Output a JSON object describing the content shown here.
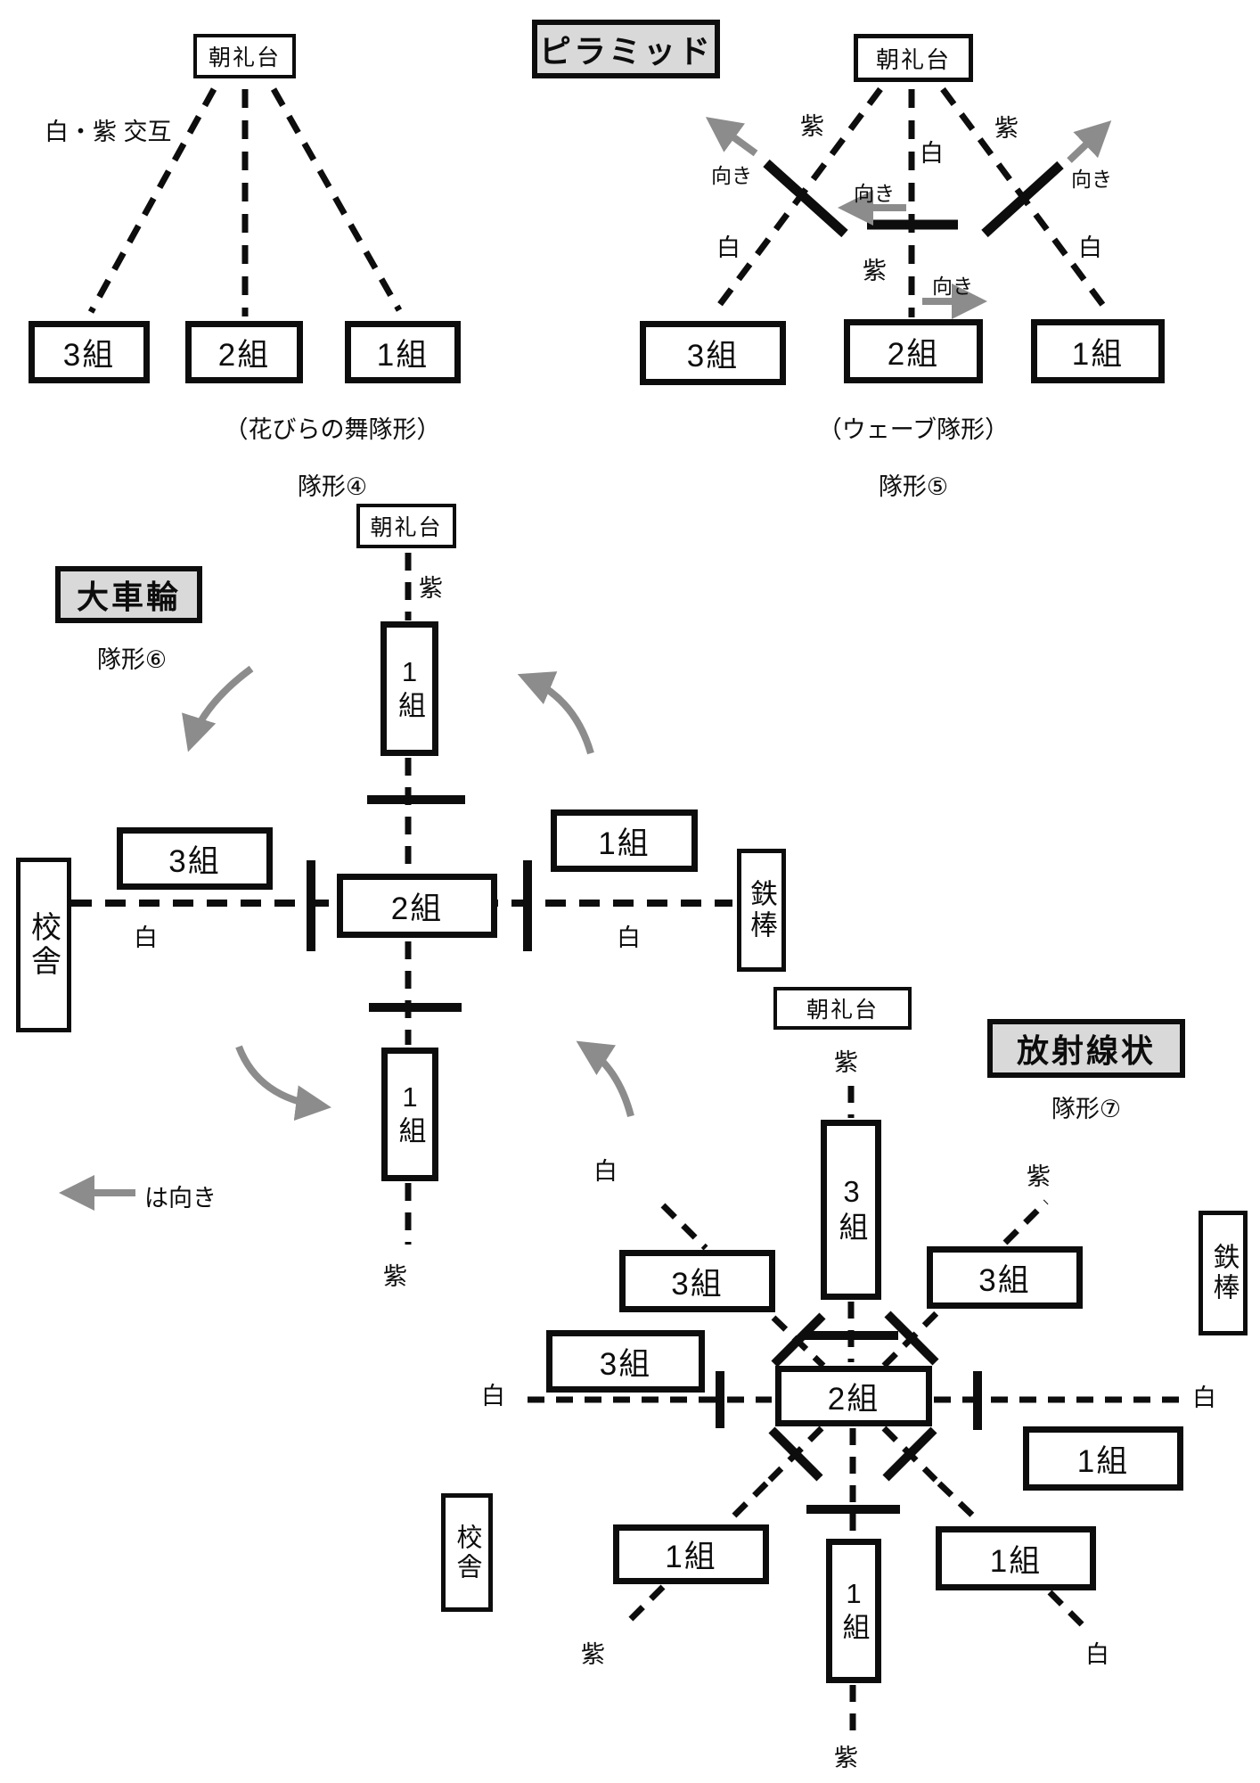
{
  "colors": {
    "ink": "#0d0d0d",
    "arrow_gray": "#8c8c8c",
    "title_bg": "#d9d9d9"
  },
  "shared": {
    "podium": "朝礼台",
    "class1": "1組",
    "class2": "2組",
    "class3": "3組",
    "white": "白",
    "purple": "紫",
    "direction": "向き",
    "school_building": "校舎",
    "iron_bar": "鉄棒"
  },
  "pyramid_section": {
    "title": "ピラミッド",
    "formation4": {
      "note": "白・紫 交互",
      "classes": [
        "3組",
        "2組",
        "1組"
      ],
      "caption": "（花びらの舞隊形）",
      "name": "隊形④"
    },
    "formation5": {
      "classes": [
        "3組",
        "2組",
        "1組"
      ],
      "caption": "（ウェーブ隊形）",
      "name": "隊形⑤"
    }
  },
  "big_wheel_section": {
    "title": "大車輪",
    "name": "隊形⑥"
  },
  "radial_section": {
    "title": "放射線状",
    "name": "隊形⑦"
  },
  "legend": {
    "arrow_meaning": "は向き"
  }
}
